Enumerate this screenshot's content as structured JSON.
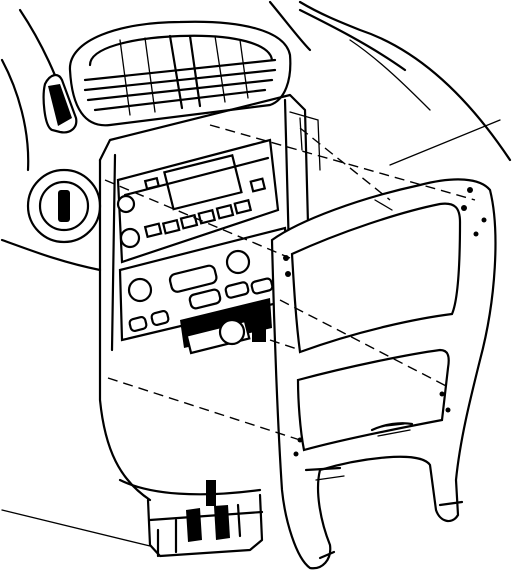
{
  "figure": {
    "line_color": "#000000",
    "background_color": "#ffffff",
    "parts": [
      "dashboard-outline",
      "center-air-vent",
      "ignition-switch",
      "side-air-vent",
      "radio-mounting-bracket",
      "radio-unit",
      "climate-control-unit",
      "center-trim-bezel",
      "lower-console-bracket",
      "leader-lines"
    ]
  }
}
